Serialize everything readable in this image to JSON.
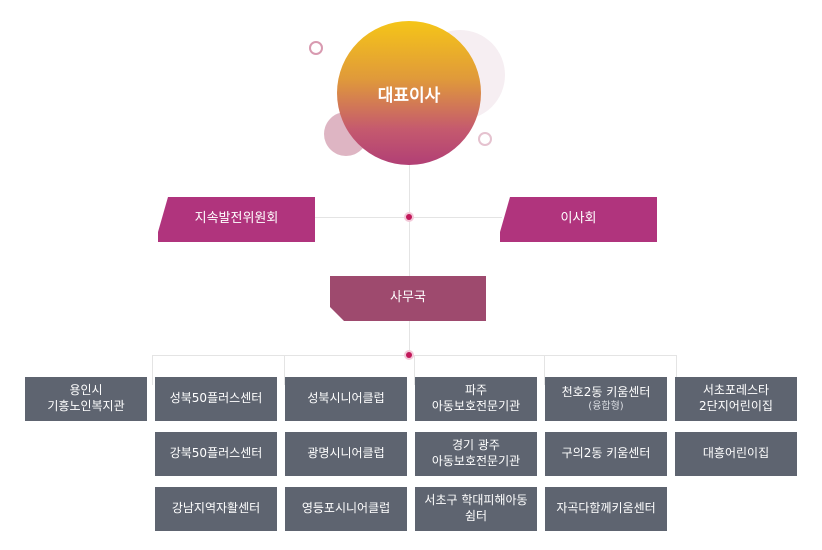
{
  "ceo": "대표이사",
  "committee": "지속발전위원회",
  "board": "이사회",
  "secretariat": "사무국",
  "units": {
    "yongin": "용인시\n기흥노인복지관",
    "seongbuk50": "성북50플러스센터",
    "gangbuk50": "강북50플러스센터",
    "gangnam": "강남지역자활센터",
    "seongbuk_senior": "성북시니어클럽",
    "gwangmyeong_senior": "광명시니어클럽",
    "yeongdeungpo_senior": "영등포시니어클럽",
    "paju": "파주\n아동보호전문기관",
    "gyeonggi_gwangju": "경기 광주\n아동보호전문기관",
    "seocho_shelter": "서초구 학대피해아동\n쉼터",
    "cheonho_title": "천호2동 키움센터",
    "cheonho_sub": "(융합형)",
    "guui": "구의2동 키움센터",
    "jagok": "자곡다함께키움센터",
    "seocho_forest": "서초포레스타\n2단지어린이집",
    "daeheung": "대흥어린이집"
  },
  "colors": {
    "ceo_top": "#f5c518",
    "ceo_bottom": "#b13f75",
    "committee": "#b0347d",
    "secretariat": "#9e4a6e",
    "unit": "#5e6470"
  }
}
